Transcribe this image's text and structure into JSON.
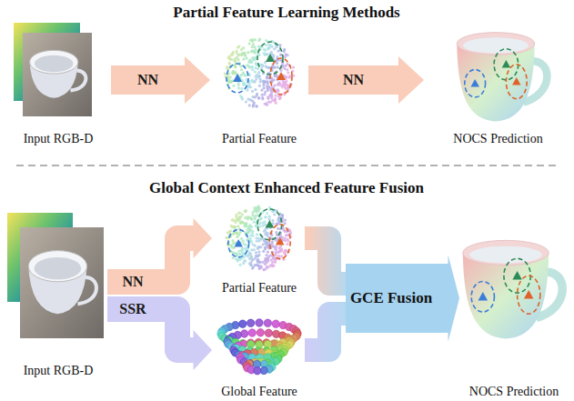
{
  "diagram": {
    "nodes": [
      {
        "text": [
          "Input RGB-D"
        ]
      },
      {
        "text": [
          "Partial Feature"
        ]
      },
      {
        "text": [
          "NOCS Prediction"
        ]
      },
      {
        "text": [
          "Input RGB-D"
        ]
      },
      {
        "text": [
          "Partial Feature"
        ]
      },
      {
        "text": [
          "Global Feature"
        ]
      },
      {
        "text": [
          "GCE Fusion"
        ]
      },
      {
        "text": [
          "NOCS Prediction"
        ]
      }
    ],
    "edges": [
      {
        "from": 0,
        "to": 1,
        "arrow": "to",
        "label": "NN"
      },
      {
        "from": 1,
        "to": 2,
        "arrow": "to",
        "label": "NN"
      },
      {
        "from": 3,
        "to": 4,
        "arrow": "to",
        "label": "NN"
      },
      {
        "from": 3,
        "to": 5,
        "arrow": "to",
        "label": "SSR"
      },
      {
        "from": 4,
        "to": 6,
        "arrow": "none"
      },
      {
        "from": 5,
        "to": 6,
        "arrow": "none"
      },
      {
        "from": 6,
        "to": 7,
        "arrow": "to"
      }
    ],
    "labels": [
      "Partial Feature Learning Methods",
      "Global Context Enhanced Feature Fusion"
    ]
  }
}
